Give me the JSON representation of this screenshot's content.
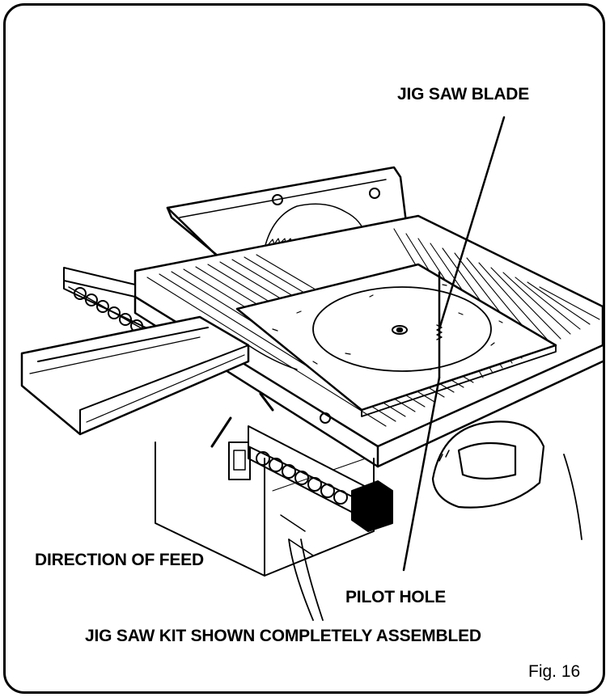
{
  "labels": {
    "blade": "JIG SAW BLADE",
    "feed": "DIRECTION OF FEED",
    "pilot": "PILOT HOLE",
    "caption": "JIG SAW KIT SHOWN COMPLETELY ASSEMBLED",
    "figure": "Fig. 16"
  },
  "colors": {
    "ink": "#000000",
    "paper": "#ffffff"
  }
}
